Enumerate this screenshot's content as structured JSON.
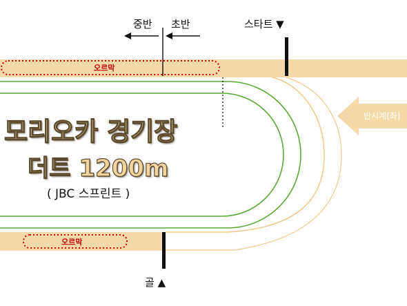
{
  "diagram": {
    "title_line1": "모리오카 경기장",
    "title_line2": "더트 1200m",
    "subtitle": "( JBC 스프린트 )",
    "label_middle": "중반",
    "label_early": "초반",
    "label_start": "스타트 ▼",
    "label_goal": "골 ▲",
    "label_direction": "반시계(좌)",
    "label_chute_top": "오르막",
    "label_chute_bottom": "오르막"
  },
  "colors": {
    "track_sand": "#f5d9a8",
    "rail_green": "#5aa832",
    "outer_rail": "#f2c88a",
    "uphill_red": "#d40000",
    "text_dark": "#111111",
    "arrow_fill": "#f5d9a8"
  }
}
